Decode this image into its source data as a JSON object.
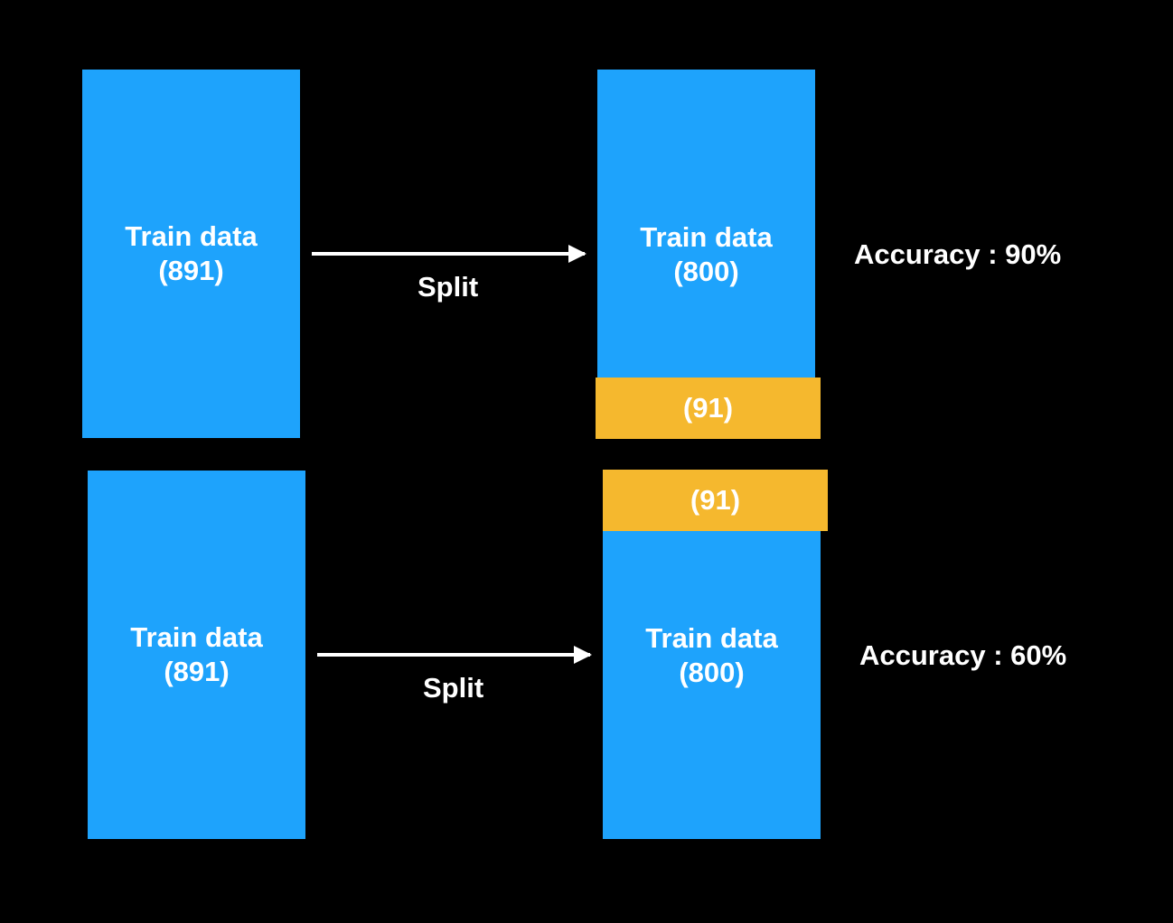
{
  "colors": {
    "background": "#000000",
    "train_box": "#1ea3fc",
    "holdout_box": "#f5b82e",
    "text": "#ffffff"
  },
  "rows": [
    {
      "source": {
        "title": "Train data",
        "count": "(891)"
      },
      "arrow_label": "Split",
      "train": {
        "title": "Train data",
        "count": "(800)"
      },
      "holdout": {
        "count": "(91)",
        "position": "bottom"
      },
      "accuracy": "Accuracy : 90%"
    },
    {
      "source": {
        "title": "Train data",
        "count": "(891)"
      },
      "arrow_label": "Split",
      "train": {
        "title": "Train data",
        "count": "(800)"
      },
      "holdout": {
        "count": "(91)",
        "position": "top"
      },
      "accuracy": "Accuracy : 60%"
    }
  ]
}
